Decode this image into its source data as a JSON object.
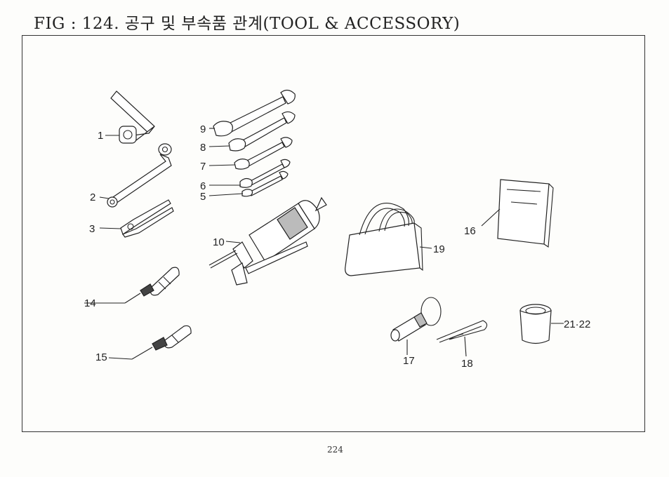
{
  "header": {
    "title": "FIG : 124. 공구 및 부속품 관계(TOOL & ACCESSORY)"
  },
  "footer": {
    "page_number": "224"
  },
  "parts": {
    "p1": "1",
    "p2": "2",
    "p3": "3",
    "p5": "5",
    "p6": "6",
    "p7": "7",
    "p8": "8",
    "p9": "9",
    "p10": "10",
    "p14": "14",
    "p15": "15",
    "p16": "16",
    "p17": "17",
    "p18": "18",
    "p19": "19",
    "p21_22": "21·22"
  }
}
